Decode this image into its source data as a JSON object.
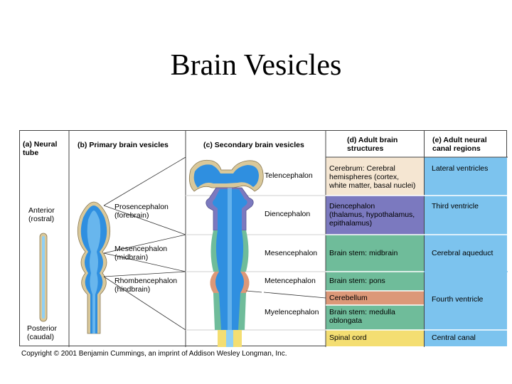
{
  "title": "Brain Vesicles",
  "colors": {
    "neural_blue": "#2f8fe0",
    "neural_blue_light": "#8fd0f5",
    "wall_tan": "#d9c89a",
    "telencephalon": "#f5e6d2",
    "diencephalon": "#7b79bf",
    "brainstem_green": "#6fbc9a",
    "cerebellum": "#dc9878",
    "spinal_yellow": "#f4de72",
    "ventricle_blue": "#7cc3ee"
  },
  "headers": {
    "a": "(a) Neural\n      tube",
    "b": "(b) Primary brain vesicles",
    "c": "(c) Secondary brain vesicles",
    "d": "(d) Adult brain\n      structures",
    "e": "(e) Adult neural\n      canal regions"
  },
  "neural_tube": {
    "anterior": "Anterior\n(rostral)",
    "posterior": "Posterior\n(caudal)"
  },
  "primary": [
    "Prosencephalon\n(forebrain)",
    "Mesencephalon\n(midbrain)",
    "Rhombencephalon\n(hindbrain)"
  ],
  "secondary": [
    "Telencephalon",
    "Diencephalon",
    "Mesencephalon",
    "Metencephalon",
    "Myelencephalon"
  ],
  "adult_structures": [
    "Cerebrum: Cerebral\nhemispheres (cortex,\nwhite matter, basal nuclei)",
    "Diencephalon\n(thalamus, hypothalamus,\nepithalamus)",
    "Brain stem: midbrain",
    "Brain stem: pons",
    "Cerebellum",
    "Brain stem: medulla\noblongata",
    "Spinal cord"
  ],
  "canal_regions": [
    "Lateral ventricles",
    "Third ventricle",
    "Cerebral aqueduct",
    "Fourth ventricle",
    "Central canal"
  ],
  "copyright": "Copyright © 2001 Benjamin Cummings, an imprint of Addison Wesley Longman, Inc."
}
